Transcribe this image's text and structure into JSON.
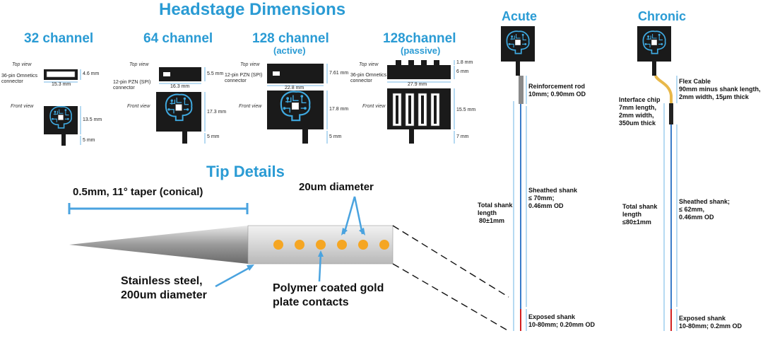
{
  "headstage": {
    "title": "Headstage Dimensions",
    "columns": [
      {
        "title": "32 channel",
        "subtitle": "",
        "top_view": "Top view",
        "front_view": "Front view",
        "connector": "36-pin Omnetics connector",
        "top_width": "15.3 mm",
        "top_height": "4.6 mm",
        "front_height": "13.5 mm",
        "front_stem": "5 mm"
      },
      {
        "title": "64 channel",
        "subtitle": "",
        "top_view": "Top view",
        "front_view": "Front view",
        "connector": "12-pin PZN (SPI) connector",
        "top_width": "16.3 mm",
        "top_height": "5.5 mm",
        "front_height": "17.3 mm",
        "front_stem": "5 mm"
      },
      {
        "title": "128 channel",
        "subtitle": "(active)",
        "top_view": "Top view",
        "front_view": "Front view",
        "connector": "12-pin PZN (SPI) connector",
        "top_width": "22.8 mm",
        "top_height": "7.61 mm",
        "front_height": "17.8 mm",
        "front_stem": "5 mm"
      },
      {
        "title": "128channel",
        "subtitle": "(passive)",
        "top_view": "Top view",
        "front_view": "Front view",
        "connector": "36-pin Omnetics connector",
        "top_width": "27.9 mm",
        "top_height": "6 mm",
        "pin_height": "1.8 mm",
        "front_height": "15.5 mm",
        "front_stem": "7 mm"
      }
    ]
  },
  "tip": {
    "title": "Tip Details",
    "taper": "0.5mm, 11° taper (conical)",
    "diameter": "20um diameter",
    "steel_line1": "Stainless steel,",
    "steel_line2": "200um diameter",
    "contacts_line1": "Polymer coated gold",
    "contacts_line2": "plate contacts"
  },
  "acute": {
    "title": "Acute",
    "rod_line1": "Reinforcement rod",
    "rod_line2": "10mm; 0.90mm OD",
    "total_line1": "Total shank",
    "total_line2": "length",
    "total_line3": "80±1mm",
    "sheathed_line1": "Sheathed shank",
    "sheathed_line2": "≤ 70mm;",
    "sheathed_line3": "0.46mm OD",
    "exposed_line1": "Exposed shank",
    "exposed_line2": "10-80mm; 0.20mm OD"
  },
  "chronic": {
    "title": "Chronic",
    "flex_line1": "Flex Cable",
    "flex_line2": "90mm minus shank length,",
    "flex_line3": "2mm width, 15µm thick",
    "chip_line1": "Interface chip",
    "chip_line2": "7mm length,",
    "chip_line3": "2mm width,",
    "chip_line4": "350um thick",
    "total_line1": "Total shank",
    "total_line2": "length",
    "total_line3": "≤80±1mm",
    "sheathed_line1": "Sheathed shank;",
    "sheathed_line2": "≤ 62mm,",
    "sheathed_line3": "0.46mm OD",
    "exposed_line1": "Exposed shank",
    "exposed_line2": "10-80mm; 0.2mm OD"
  },
  "colors": {
    "title_blue": "#2a9bd4",
    "dimension_blue": "#4aa3df",
    "contact_orange": "#f5a623",
    "flex_yellow": "#e8b84a",
    "exposed_red": "#d22020",
    "board_black": "#1a1a1a"
  }
}
